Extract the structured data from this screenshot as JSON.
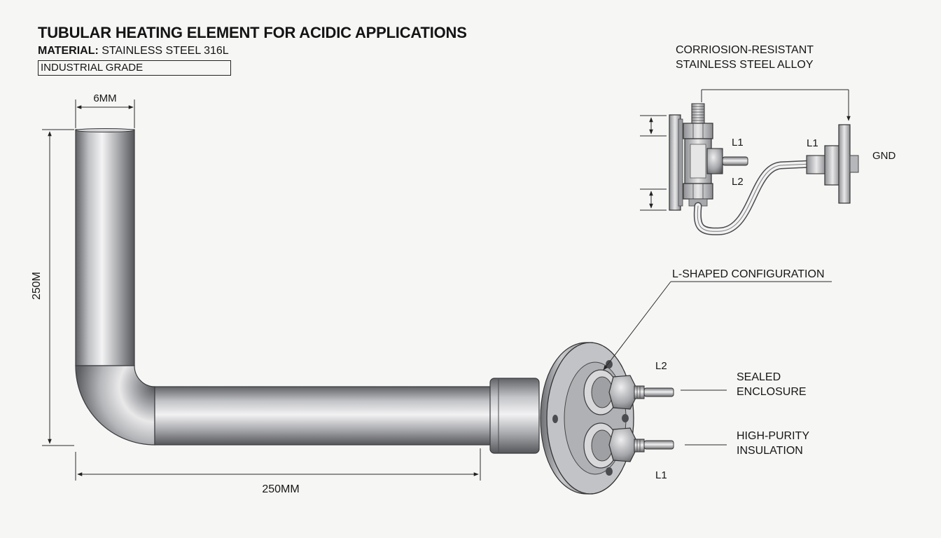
{
  "header": {
    "title": "TUBULAR HEATING ELEMENT FOR ACIDIC APPLICATIONS",
    "material_label": "MATERIAL:",
    "material_value": "STAINLESS STEEL 316L",
    "grade": "INDUSTRIAL GRADE"
  },
  "dimensions": {
    "diameter": "6MM",
    "vertical_length": "250M",
    "horizontal_length": "250MM"
  },
  "callouts": {
    "configuration": "L-SHAPED CONFIGURATION",
    "sealed_line1": "SEALED",
    "sealed_line2": "ENCLOSURE",
    "insulation_line1": "HIGH-PURITY",
    "insulation_line2": "INSULATION",
    "alloy_line1": "CORRIOSION-RESISTANT",
    "alloy_line2": "STAINLESS STEEL ALLOY"
  },
  "terminals": {
    "flange_top": "L2",
    "flange_bottom": "L1",
    "detail_l1": "L1",
    "detail_l2": "L2",
    "detail_right_l1": "L1",
    "detail_gnd": "GND"
  }
}
